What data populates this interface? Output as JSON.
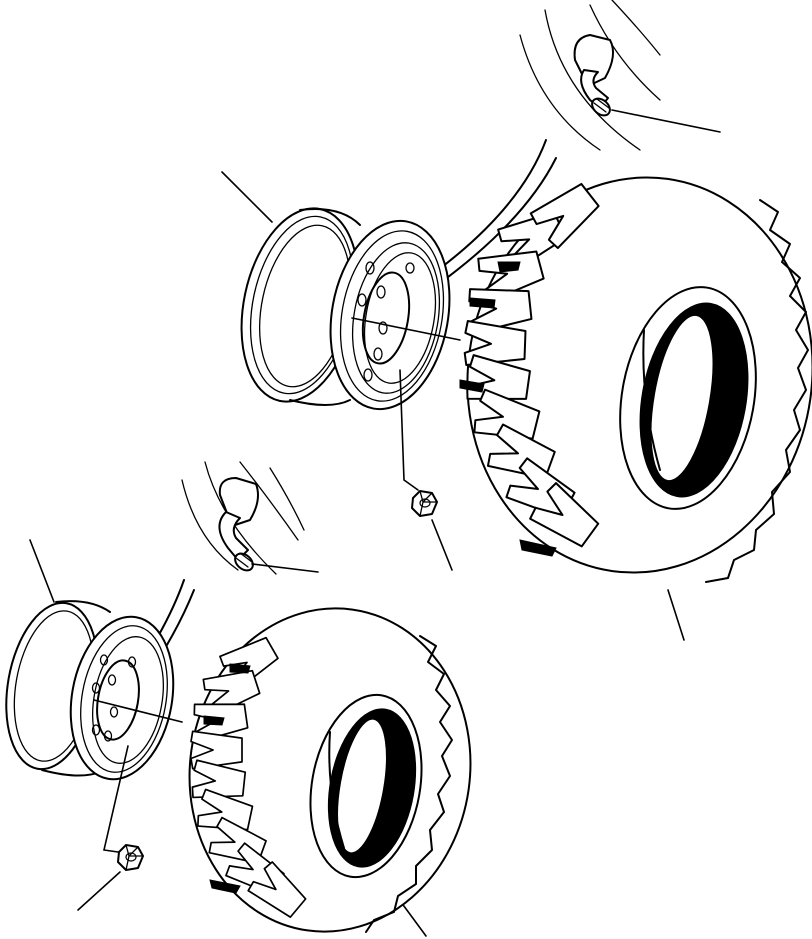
{
  "diagram": {
    "style": "monochrome exploded parts illustration",
    "colors": {
      "ink": "#000000",
      "paper": "#ffffff"
    },
    "assemblies": [
      {
        "name": "upper-wheel-assembly",
        "parts": [
          "valve-stem-icon",
          "rim-icon",
          "wheel-disc-icon",
          "wheel-nut-icon",
          "tread-tire-icon"
        ]
      },
      {
        "name": "lower-wheel-assembly",
        "parts": [
          "valve-stem-icon",
          "rim-icon",
          "wheel-disc-icon",
          "wheel-nut-icon",
          "tread-tire-icon"
        ]
      }
    ]
  }
}
